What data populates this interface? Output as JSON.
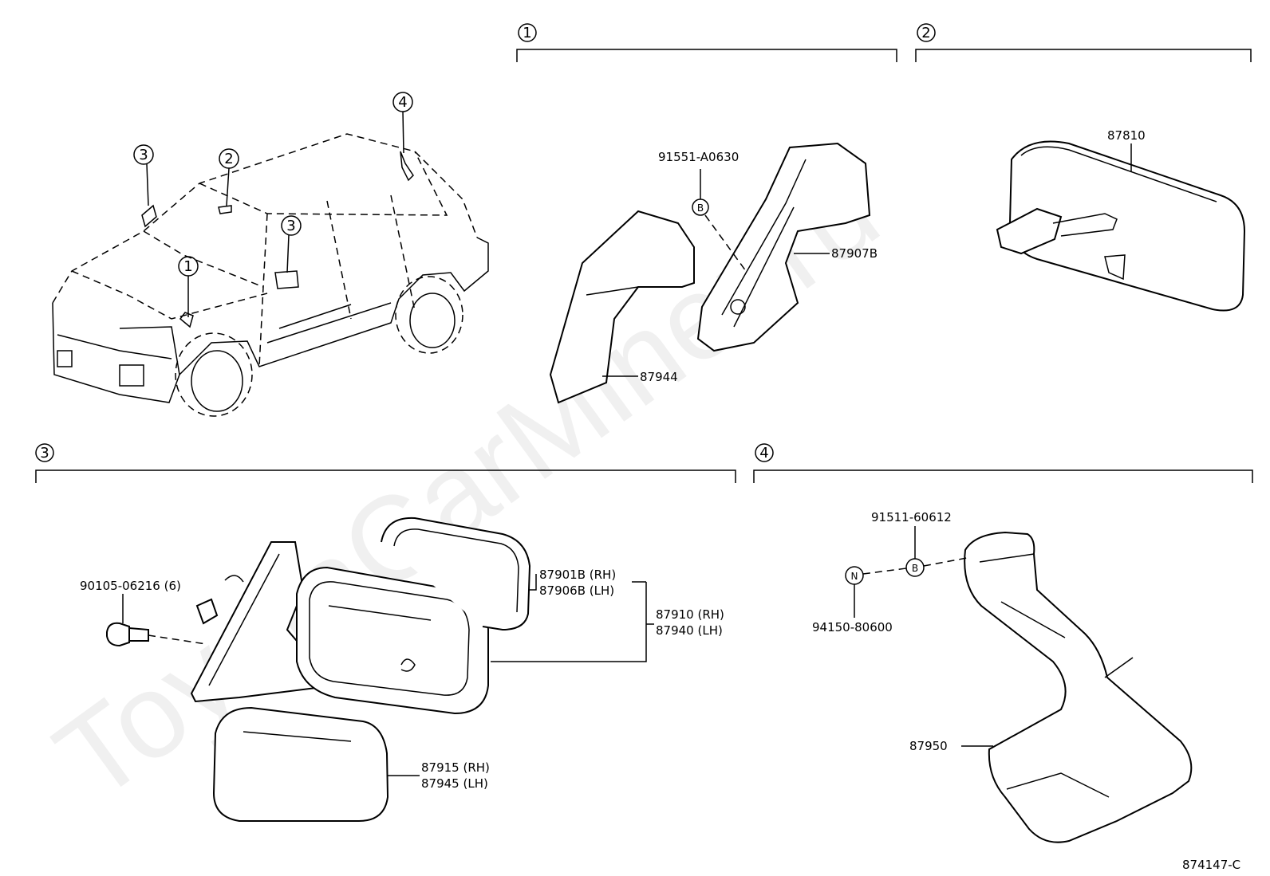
{
  "watermark": "ToyotaCarMiner.ru",
  "diagram_code": "874147-C",
  "group_markers": [
    {
      "label": "1"
    },
    {
      "label": "2"
    },
    {
      "label": "3"
    },
    {
      "label": "4"
    }
  ],
  "car_callouts": [
    {
      "label": "1"
    },
    {
      "label": "2"
    },
    {
      "label": "3"
    },
    {
      "label": "3"
    },
    {
      "label": "4"
    }
  ],
  "part_labels": {
    "p91551": "91551-A0630",
    "p87907B": "87907B",
    "p87944": "87944",
    "p87810": "87810",
    "p90105": "90105-06216 (6)",
    "p87901B": "87901B (RH)",
    "p87906B": "87906B (LH)",
    "p87910": "87910 (RH)",
    "p87940": "87940 (LH)",
    "p87915": "87915 (RH)",
    "p87945": "87945 (LH)",
    "p91511": "91511-60612",
    "p94150": "94150-80600",
    "p87950": "87950"
  },
  "fastener_markers": {
    "b1": "B",
    "b2": "B",
    "n1": "N"
  }
}
